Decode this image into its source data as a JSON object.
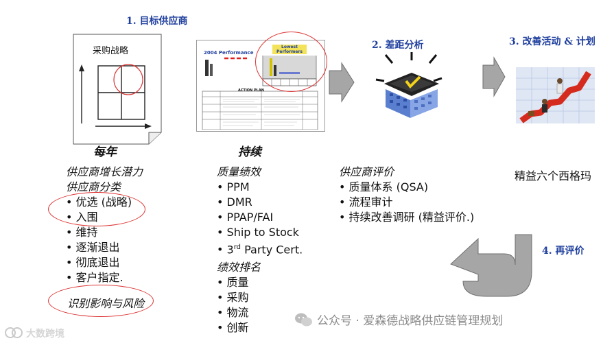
{
  "steps": {
    "s1": "1. 目标供应商",
    "s2": "2. 差距分析",
    "s3": "3. 改善活动 & 计划",
    "s4": "4. 再评价"
  },
  "strategy_box": {
    "label": "采购战略"
  },
  "report": {
    "perf_title": "2004 Performance",
    "lowest_title": "Lowest Performers",
    "action_title": "ACTION PLAN"
  },
  "captions": {
    "yearly": "每年",
    "continuous": "持续"
  },
  "col1": {
    "heading1": "供应商增长潜力",
    "heading2": "供应商分类",
    "items": [
      "优选 (战略)",
      "入围",
      "维持",
      "逐渐退出",
      "彻底退出",
      "客户指定."
    ],
    "footer": "识别影响与风险"
  },
  "col2": {
    "heading": "质量绩效",
    "items": [
      "PPM",
      "DMR",
      "PPAP/FAI",
      "Ship to Stock"
    ],
    "item5_pre": "3",
    "item5_sup": "rd",
    "item5_post": " Party Cert.",
    "heading2": "绩效排名",
    "items2": [
      "质量",
      "采购",
      "物流",
      "创新"
    ]
  },
  "col3": {
    "heading": "供应商评价",
    "items": [
      "质量体系 (QSA)",
      "流程审计",
      "持续改善调研 (精益评价.)"
    ]
  },
  "col4": {
    "text": "精益六个西格玛"
  },
  "watermark": {
    "left": "大数跨境",
    "right": "公众号 · 爱森德战略供应链管理规划"
  },
  "colors": {
    "accent_blue": "#1f3f9e",
    "oval_red": "#d33333",
    "arrow_gray": "#a6a6a6"
  }
}
